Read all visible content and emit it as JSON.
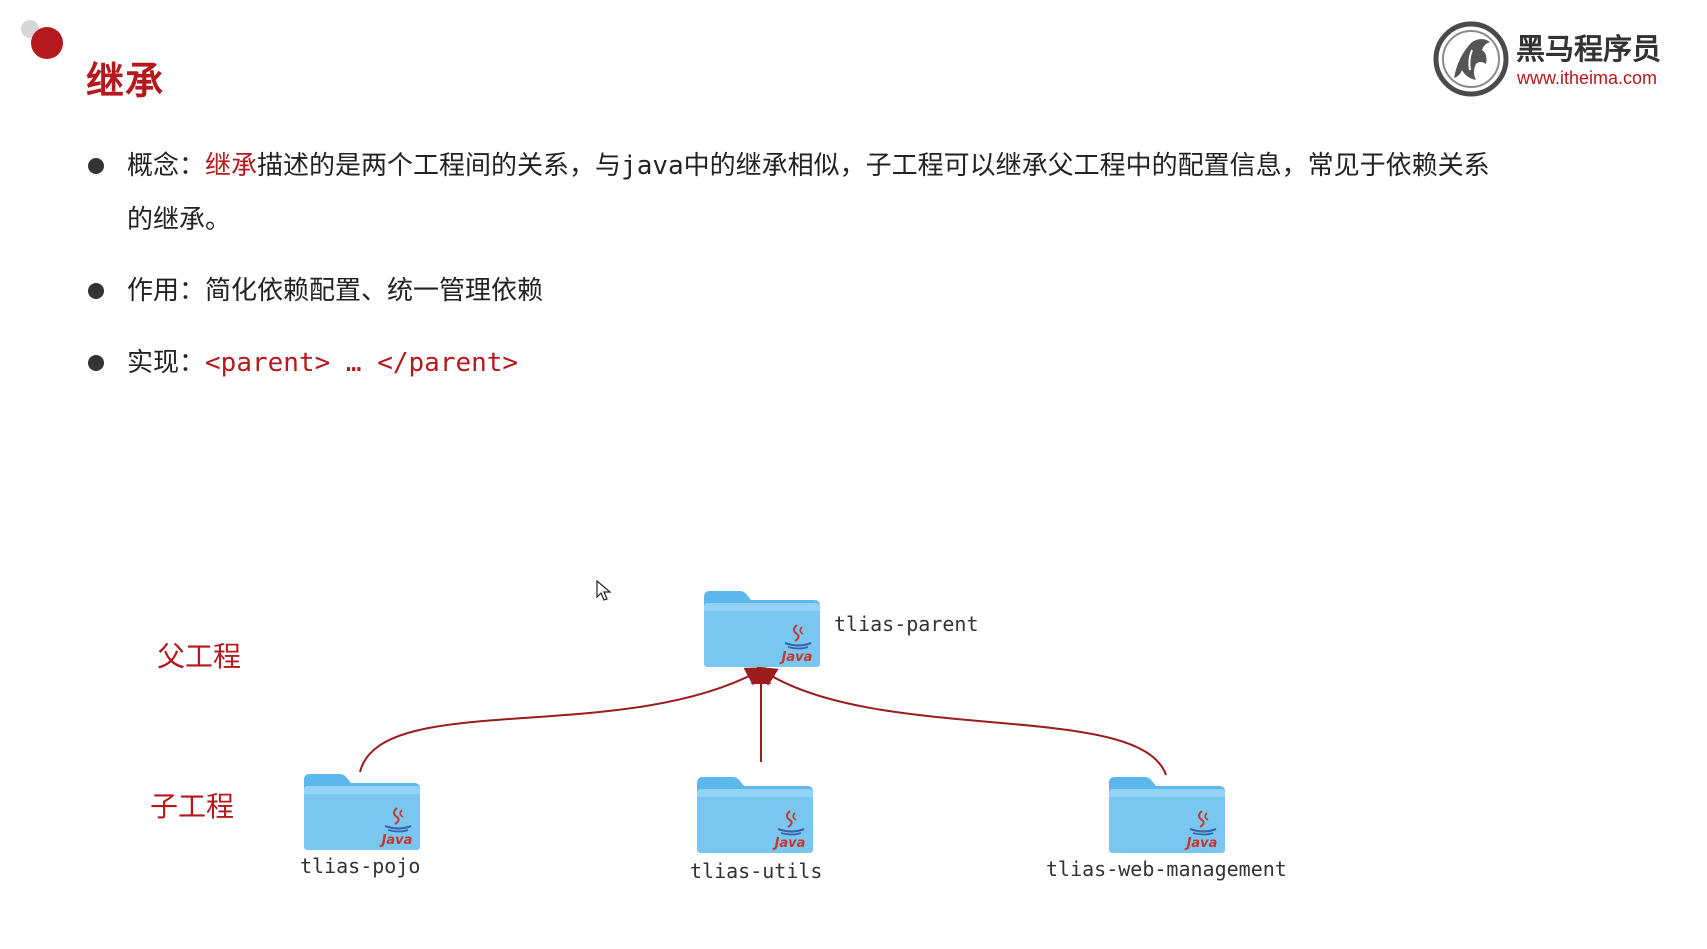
{
  "title": "继承",
  "brand": {
    "name": "黑马程序员",
    "url": "www.itheima.com"
  },
  "bullets": [
    {
      "label": "概念：",
      "highlight": "继承",
      "text_before_java": "描述的是两个工程间的关系，与",
      "java": "java",
      "text_after_java": "中的继承相似，子工程可以继承父工程中的配置信息，常见于依赖关系",
      "continuation": "的继承。"
    },
    {
      "label": "作用：",
      "text": "简化依赖配置、统一管理依赖"
    },
    {
      "label": "实现：",
      "code": "<parent> … </parent>"
    }
  ],
  "diagram": {
    "parent_label": "父工程",
    "child_label": "子工程",
    "parent_project": {
      "name": "tlias-parent",
      "icon": "java-folder-icon"
    },
    "child_projects": [
      {
        "name": "tlias-pojo",
        "icon": "java-folder-icon"
      },
      {
        "name": "tlias-utils",
        "icon": "java-folder-icon"
      },
      {
        "name": "tlias-web-management",
        "icon": "java-folder-icon"
      }
    ],
    "folder_badge": "Java",
    "colors": {
      "folder": "#5cb8ec",
      "folder_tab": "#7cc9f2",
      "arrow": "#9b1c1c",
      "accent": "#b5191d"
    }
  }
}
